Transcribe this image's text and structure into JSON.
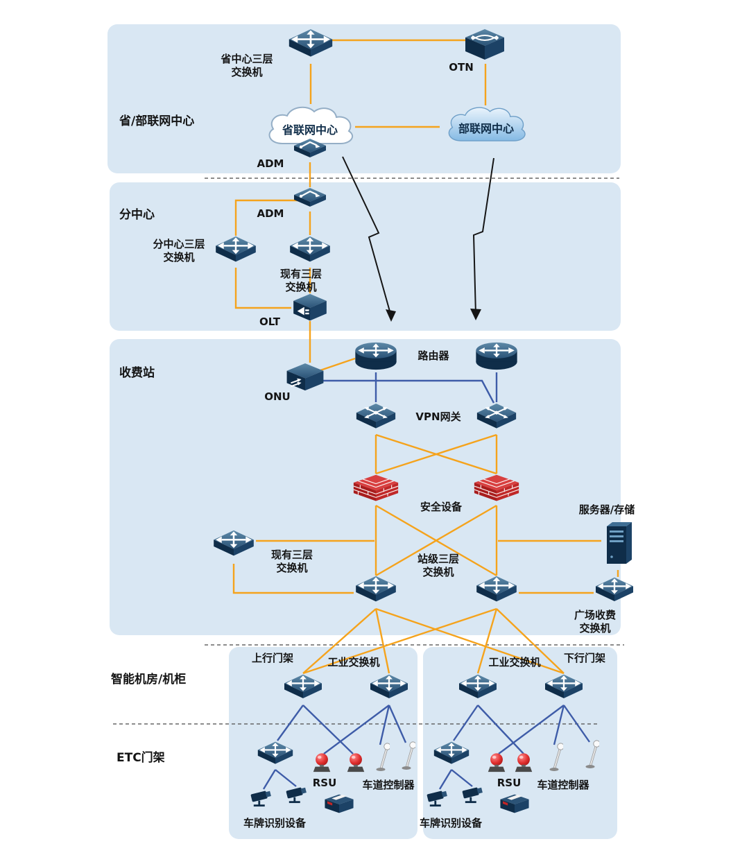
{
  "colors": {
    "section_bg": "#d9e7f3",
    "line_orange": "#F5A31C",
    "line_blue": "#3E5CA8",
    "lightning_black": "#111111",
    "firewall_red": "#c02828",
    "device_dark": "#0f2d49",
    "device_mid": "#1c4266",
    "device_light": "#3f6e94"
  },
  "sections": {
    "province_ministry": {
      "label": "省/部联网中心"
    },
    "subcenter": {
      "label": "分中心"
    },
    "toll_station": {
      "label": "收费站"
    },
    "equipment_room": {
      "label": "智能机房/机柜"
    },
    "etc_gantry": {
      "label": "ETC门架"
    }
  },
  "labels": {
    "province_switch": "省中心三层\n交换机",
    "otn": "OTN",
    "province_cloud": "省联网中心",
    "ministry_cloud": "部联网中心",
    "adm1": "ADM",
    "adm2": "ADM",
    "subcenter_switch": "分中心三层\n交换机",
    "existing_switch_subcenter": "现有三层\n交换机",
    "olt": "OLT",
    "onu": "ONU",
    "router": "路由器",
    "vpn_gateway": "VPN网关",
    "security_device": "安全设备",
    "server_storage": "服务器/存储",
    "existing_switch_station": "现有三层\n交换机",
    "station_switch": "站级三层\n交换机",
    "plaza_switch": "广场收费\n交换机",
    "up_gantry": "上行门架",
    "industrial_switch_left": "工业交换机",
    "industrial_switch_right": "工业交换机",
    "down_gantry": "下行门架",
    "rsu_left": "RSU",
    "rsu_right": "RSU",
    "lane_controller_left": "车道控制器",
    "lane_controller_right": "车道控制器",
    "plate_recognition_left": "车牌识别设备",
    "plate_recognition_right": "车牌识别设备"
  },
  "icons": {
    "switch": "l3-switch-icon",
    "router": "router-icon",
    "vpn": "vpn-gateway-icon",
    "firewall": "firewall-brick-icon",
    "cloud": "cloud-icon",
    "olt": "olt-icon",
    "onu": "onu-icon",
    "adm": "adm-icon",
    "otn": "otn-icon",
    "server": "server-tower-icon",
    "camera": "camera-icon",
    "rsu": "rsu-beacon-icon",
    "lane_controller": "lane-controller-icon",
    "printer": "ticket-printer-icon",
    "lightning": "lightning-link-icon"
  }
}
